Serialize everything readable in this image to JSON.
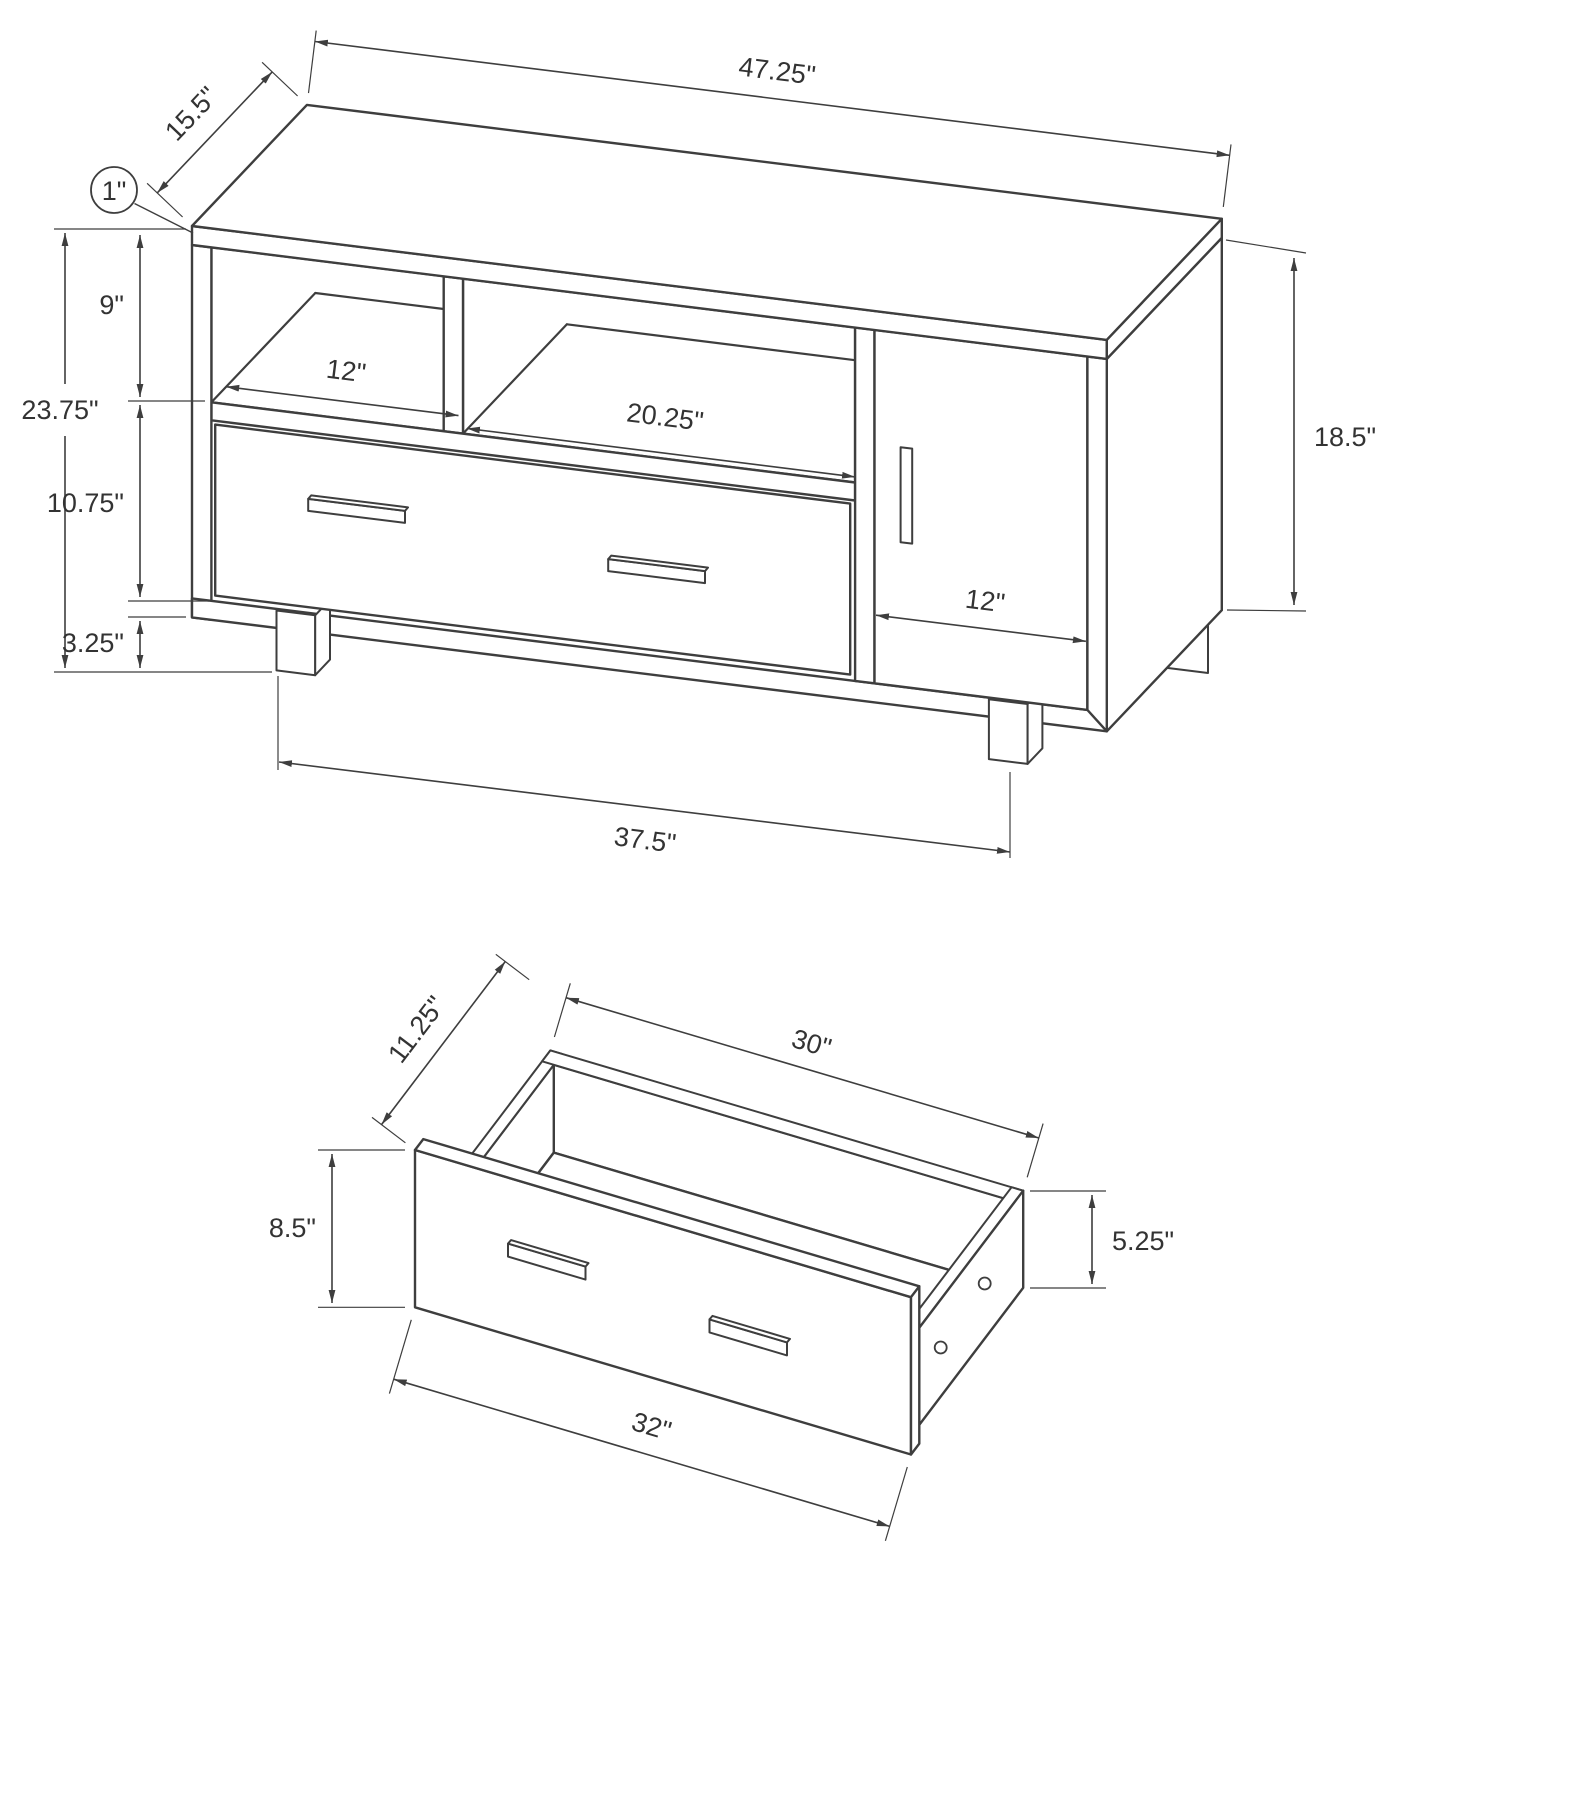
{
  "document": {
    "kind": "furniture assembly dimension diagram",
    "units": "inches"
  },
  "views": {
    "tv_stand": {
      "name": "tv-stand-isometric-view",
      "dimensions": {
        "top_width": "47.25\"",
        "top_depth": "15.5\"",
        "top_thickness": "1\"",
        "open_shelf_height": "9\"",
        "overall_height": "23.75\"",
        "drawer_front_height": "10.75\"",
        "leg_height": "3.25\"",
        "left_cubby_width": "12\"",
        "center_cubby_width": "20.25\"",
        "side_panel_height": "18.5\"",
        "door_width": "12\"",
        "base_width": "37.5\""
      }
    },
    "drawer": {
      "name": "drawer-isometric-view",
      "dimensions": {
        "inner_depth": "11.25\"",
        "inner_length": "30\"",
        "front_height": "8.5\"",
        "front_width": "32\"",
        "side_height": "5.25\""
      }
    }
  }
}
